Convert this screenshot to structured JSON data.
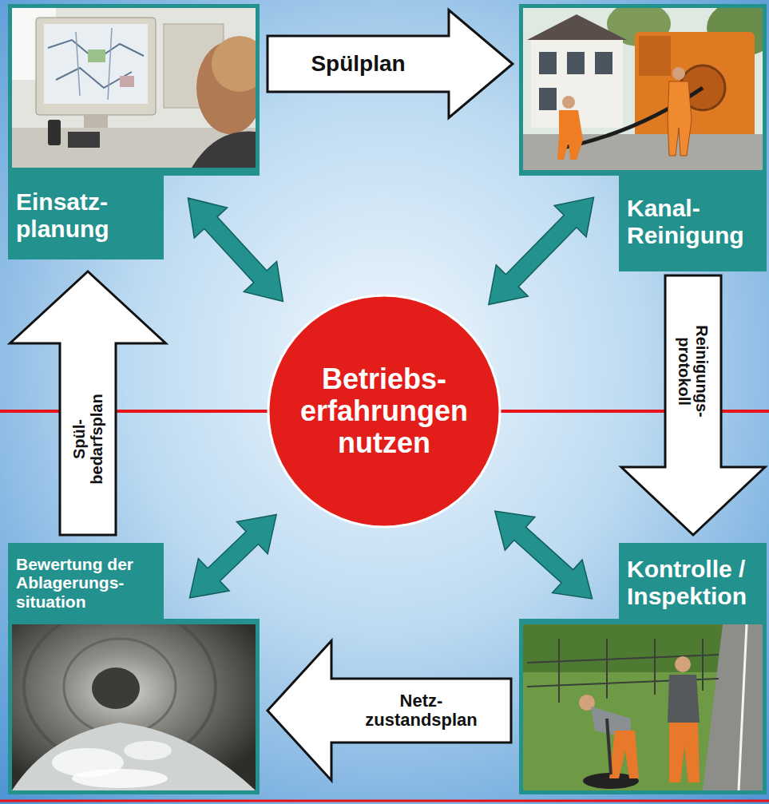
{
  "diagram": {
    "nodes": [
      {
        "text": [
          "Einsatz- planung"
        ]
      },
      {
        "text": [
          "Kanal- Reinigung"
        ]
      },
      {
        "text": [
          "Betriebs- erfahrungen nutzen"
        ]
      },
      {
        "text": [
          "Bewertung der Ablagerungs- situation"
        ]
      },
      {
        "text": [
          "Kontrolle / Inspektion"
        ]
      }
    ],
    "edges": [
      {
        "from": 0,
        "to": 1,
        "arrow": "to",
        "label": "Spülplan"
      },
      {
        "from": 1,
        "to": 4,
        "arrow": "to",
        "label": "Reinigungs- protokoll"
      },
      {
        "from": 4,
        "to": 3,
        "arrow": "to",
        "label": "Netz- zustandsplan"
      },
      {
        "from": 3,
        "to": 0,
        "arrow": "to",
        "label": "Spül- bedarfsplan"
      },
      {
        "from": 2,
        "to": 0,
        "arrow": "both"
      },
      {
        "from": 2,
        "to": 1,
        "arrow": "both"
      },
      {
        "from": 2,
        "to": 4,
        "arrow": "both"
      },
      {
        "from": 2,
        "to": 3,
        "arrow": "both"
      }
    ]
  }
}
